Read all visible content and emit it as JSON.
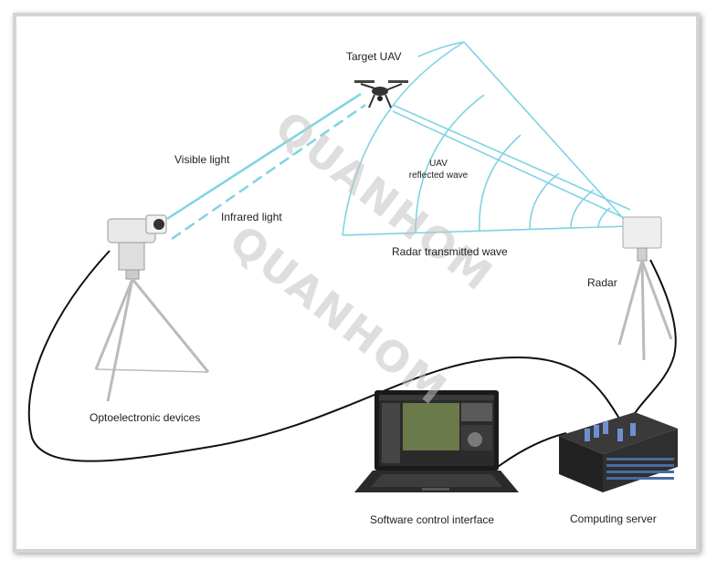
{
  "labels": {
    "target_uav": "Target UAV",
    "visible_light": "Visible light",
    "infrared_light": "Infrared light",
    "uav_reflected_wave_1": "UAV",
    "uav_reflected_wave_2": "reflected wave",
    "radar_transmitted_wave": "Radar transmitted wave",
    "radar": "Radar",
    "optoelectronic_devices": "Optoelectronic devices",
    "software_control_interface": "Software control interface",
    "computing_server": "Computing server"
  },
  "watermark": "QUANHOM",
  "colors": {
    "beam": "#7fd3e3",
    "cable": "#111111",
    "frame": "#d4d4d4"
  }
}
